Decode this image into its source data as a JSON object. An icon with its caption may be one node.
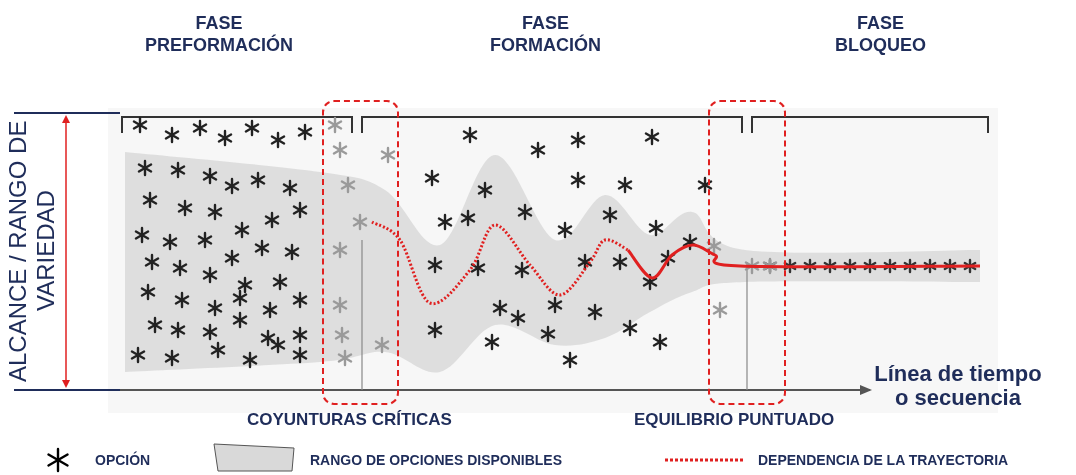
{
  "diagram": {
    "nodes": [
      {
        "text": [
          "COYUNTURAS CRÍTICAS"
        ]
      },
      {
        "text": [
          "EQUILIBRIO PUNTUADO"
        ]
      }
    ],
    "labels": [
      "FASE PREFORMACIÓN",
      "FASE FORMACIÓN",
      "FASE BLOQUEO",
      "ALCANCE / RANGO DE VARIEDAD",
      "Línea de tiempo o secuencia"
    ],
    "legend": [
      {
        "text": "OPCIÓN"
      },
      {
        "text": "RANGO DE OPCIONES DISPONIBLES",
        "color": "#d9d9d9"
      },
      {
        "text": "DEPENDENCIA DE LA TRAYECTORIA"
      }
    ]
  }
}
